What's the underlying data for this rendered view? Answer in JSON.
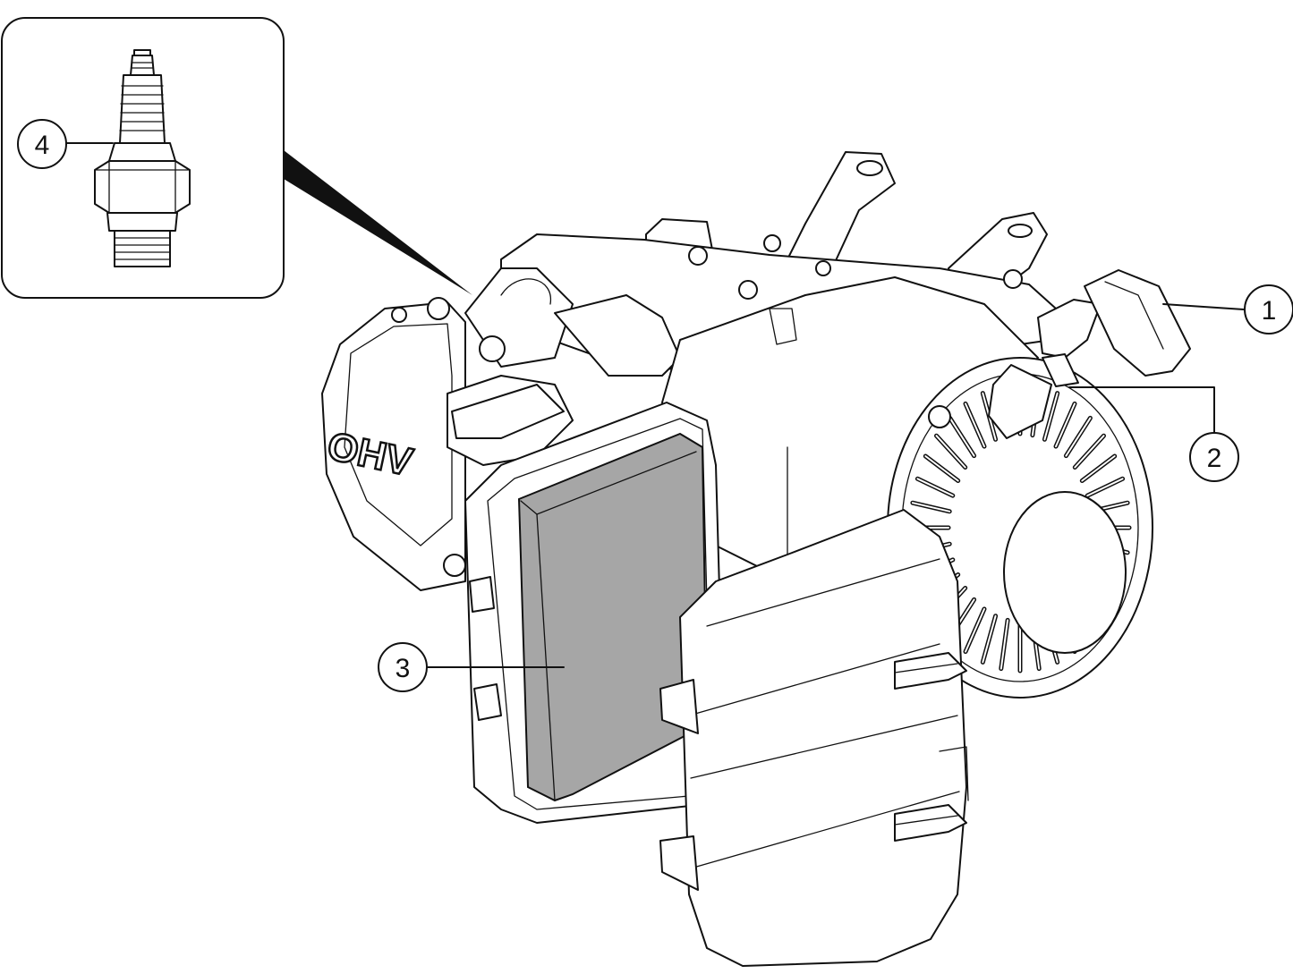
{
  "diagram": {
    "engine_badge": "OHV",
    "callouts": [
      {
        "number": "1"
      },
      {
        "number": "2"
      },
      {
        "number": "3"
      },
      {
        "number": "4"
      }
    ],
    "colors": {
      "line": "#111111",
      "filter_element": "#a6a6a6",
      "background": "#ffffff"
    }
  }
}
